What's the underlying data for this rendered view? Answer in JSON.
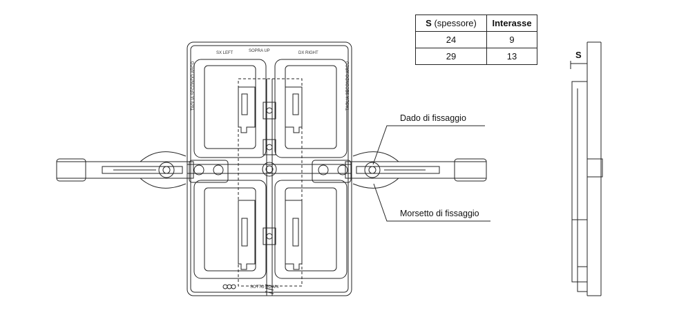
{
  "table": {
    "headers": {
      "s_letter": "S",
      "s_unit": "(spessore)",
      "interasse": "Interasse"
    },
    "rows": [
      {
        "spessore": "24",
        "interasse": "9"
      },
      {
        "spessore": "29",
        "interasse": "13"
      }
    ]
  },
  "labels": {
    "sx_left": "SX LEFT",
    "sopra_up": "SOPRA UP",
    "dx_right": "DX RIGHT",
    "side_left": "TAGLIA SECONDO ARCO",
    "side_right": "TAGLIA SECONDO ARCO",
    "bottom": "SOTTO DOWN",
    "dado": "Dado di fissaggio",
    "morsetto": "Morsetto di fissaggio",
    "s_dim": "S"
  }
}
